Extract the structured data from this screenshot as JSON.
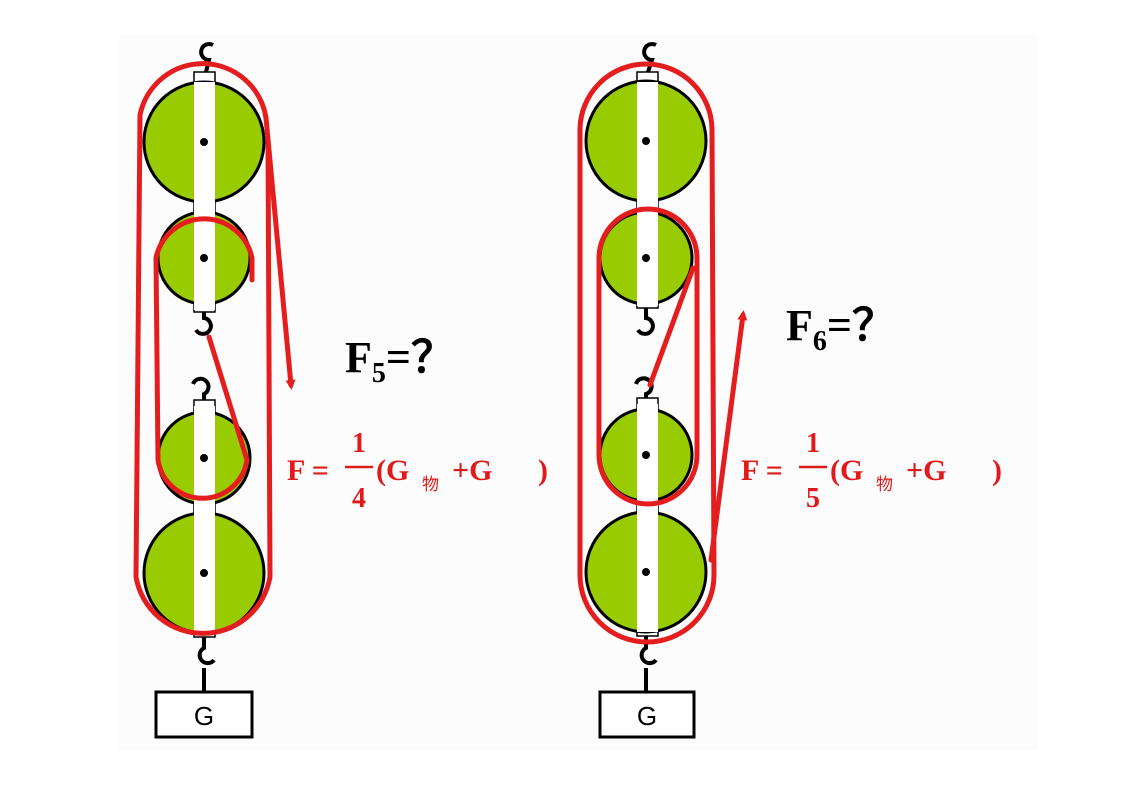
{
  "colors": {
    "rope": "#e41e1e",
    "pulley_fill": "#99cc00",
    "pulley_stroke": "#000000",
    "frame": "#ffffff",
    "formula": "#e01a1a",
    "text": "#000000"
  },
  "left_system": {
    "question": {
      "base": "F",
      "subscript": "5",
      "suffix": "=？"
    },
    "formula": {
      "lhs": "F =",
      "numerator": "1",
      "denominator": "4",
      "open": "(G",
      "sub1": "物",
      "plus": "+G",
      "close": ")"
    },
    "weight_label": "G"
  },
  "right_system": {
    "question": {
      "base": "F",
      "subscript": "6",
      "suffix": "=？"
    },
    "formula": {
      "lhs": "F =",
      "numerator": "1",
      "denominator": "5",
      "open": "(G",
      "sub1": "物",
      "plus": "+G",
      "close": ")"
    },
    "weight_label": "G"
  }
}
